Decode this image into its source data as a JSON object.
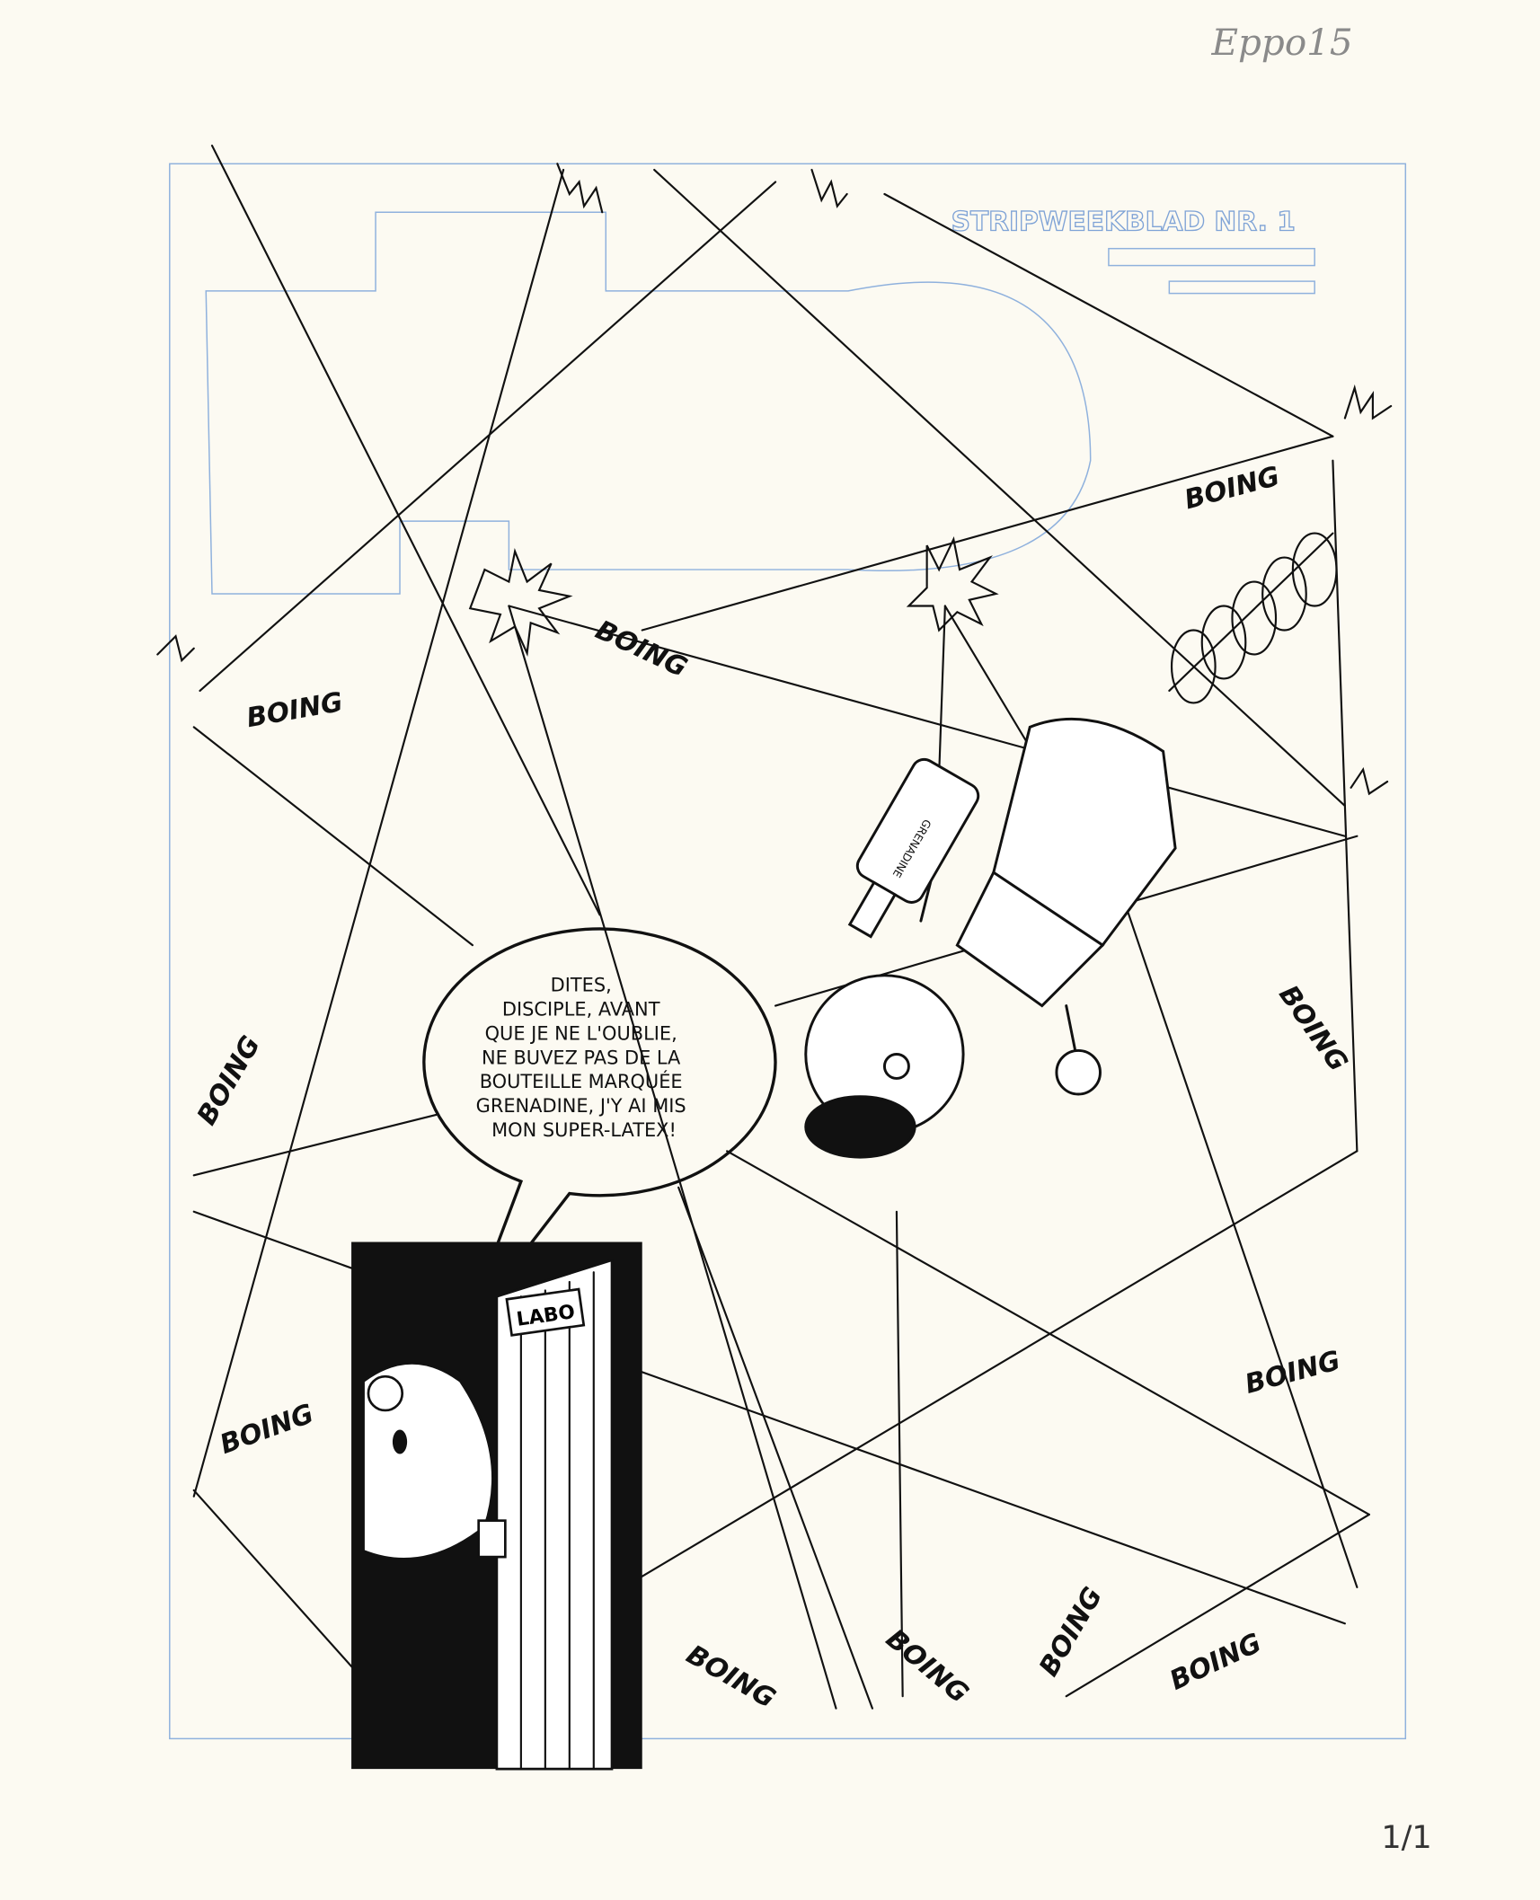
{
  "pencil_note": "Eppo15",
  "blueprint_header": "STRIPWEEKBLAD NR. 1",
  "speech_bubble": {
    "lines": [
      "DITES,",
      "DISCIPLE, AVANT",
      "QUE JE NE L'OUBLIE,",
      "NE BUVEZ PAS DE LA",
      "BOUTEILLE MARQUÉE",
      "GRENADINE, J'Y AI MIS",
      "MON SUPER-LATEX!"
    ]
  },
  "door_sign": "LABO",
  "bottle_label": "GRENADINE",
  "sound_effects": [
    "BOING",
    "BOING",
    "BOING",
    "BOING",
    "BOING",
    "BOING",
    "BOING",
    "BOING",
    "BOING",
    "BOING",
    "BOING"
  ],
  "page_number": "1/1",
  "colors": {
    "ink": "#111111",
    "blue_pencil": "#8fb1dd",
    "paper": "#fcfaf2"
  }
}
